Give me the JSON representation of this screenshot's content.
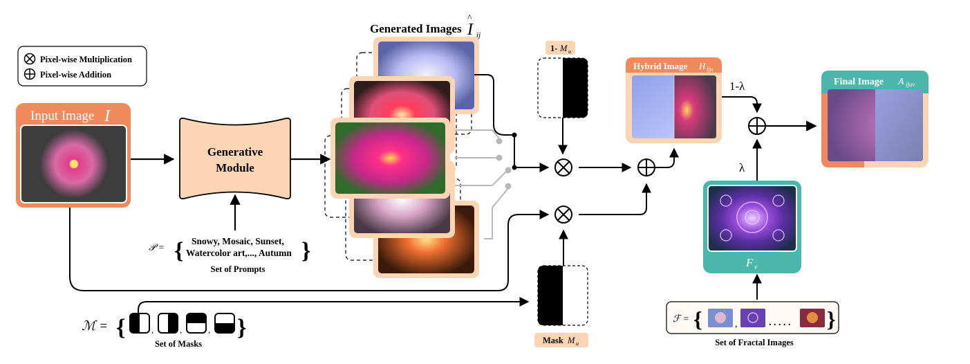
{
  "legend": {
    "multiply_label": "Pixel-wise Multiplication",
    "add_label": "Pixel-wise Addition"
  },
  "input_image": {
    "title": "Input Image",
    "symbol": "I"
  },
  "generative_module": {
    "line1": "Generative",
    "line2": "Module"
  },
  "prompts": {
    "symbol": "𝒫 =",
    "line1": "Snowy, Mosaic, Sunset,",
    "line2": "Watercolor art,..., Autumn",
    "caption": "Set of Prompts"
  },
  "generated_images": {
    "title": "Generated Images",
    "symbol": "I",
    "subscript": "ij"
  },
  "inverse_mask": {
    "label": "1-",
    "symbol": "M",
    "subscript": "u"
  },
  "mask": {
    "label": "Mask",
    "symbol": "M",
    "subscript": "u"
  },
  "hybrid_image": {
    "title": "Hybrid Image",
    "symbol": "H",
    "subscript": "iju"
  },
  "final_image": {
    "title": "Final Image",
    "symbol": "A",
    "subscript": "ijuv"
  },
  "fractal_image": {
    "symbol": "F",
    "subscript": "v"
  },
  "weights": {
    "one_minus_lambda": "1-λ",
    "lambda": "λ"
  },
  "masks_set": {
    "symbol": "ℳ =",
    "caption": "Set of Masks"
  },
  "fractals_set": {
    "symbol": "ℱ =",
    "dots": ". . . . .",
    "caption": "Set of Fractal Images"
  },
  "colors": {
    "orange": "#f08a5d",
    "peach": "#fcd5b4",
    "teal": "#4db6ac"
  }
}
